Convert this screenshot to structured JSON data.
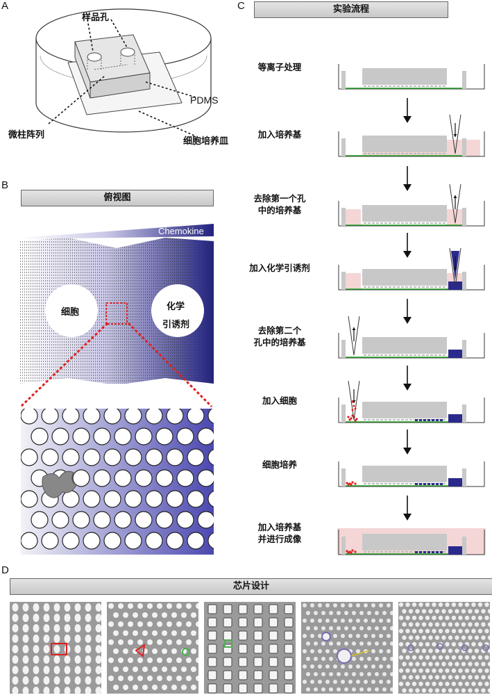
{
  "panels": {
    "a": "A",
    "b": "B",
    "c": "C",
    "d": "D"
  },
  "panel_a": {
    "sample_well": "样品孔",
    "pdms": "PDMS",
    "micropillar": "微柱阵列",
    "dish": "细胞培养皿"
  },
  "panel_b": {
    "header": "俯视图",
    "gradient_label": "Chemokine",
    "cells": "细胞",
    "chemo_line1": "化学",
    "chemo_line2": "引诱剂"
  },
  "panel_c": {
    "header": "实验流程",
    "steps": [
      {
        "line1": "等离子处理",
        "line2": ""
      },
      {
        "line1": "加入培养基",
        "line2": ""
      },
      {
        "line1": "去除第一个孔",
        "line2": "中的培养基"
      },
      {
        "line1": "加入化学引诱剂",
        "line2": ""
      },
      {
        "line1": "去除第二个",
        "line2": "孔中的培养基"
      },
      {
        "line1": "加入细胞",
        "line2": ""
      },
      {
        "line1": "细胞培养",
        "line2": ""
      },
      {
        "line1": "加入培养基",
        "line2": "并进行成像"
      }
    ]
  },
  "panel_d": {
    "header": "芯片设计"
  },
  "colors": {
    "chemokine": "#2a2a8c",
    "medium": "#f4d6d6",
    "cells": "#e02020",
    "glass": "#28a028",
    "pdms": "#c8c8c8"
  }
}
